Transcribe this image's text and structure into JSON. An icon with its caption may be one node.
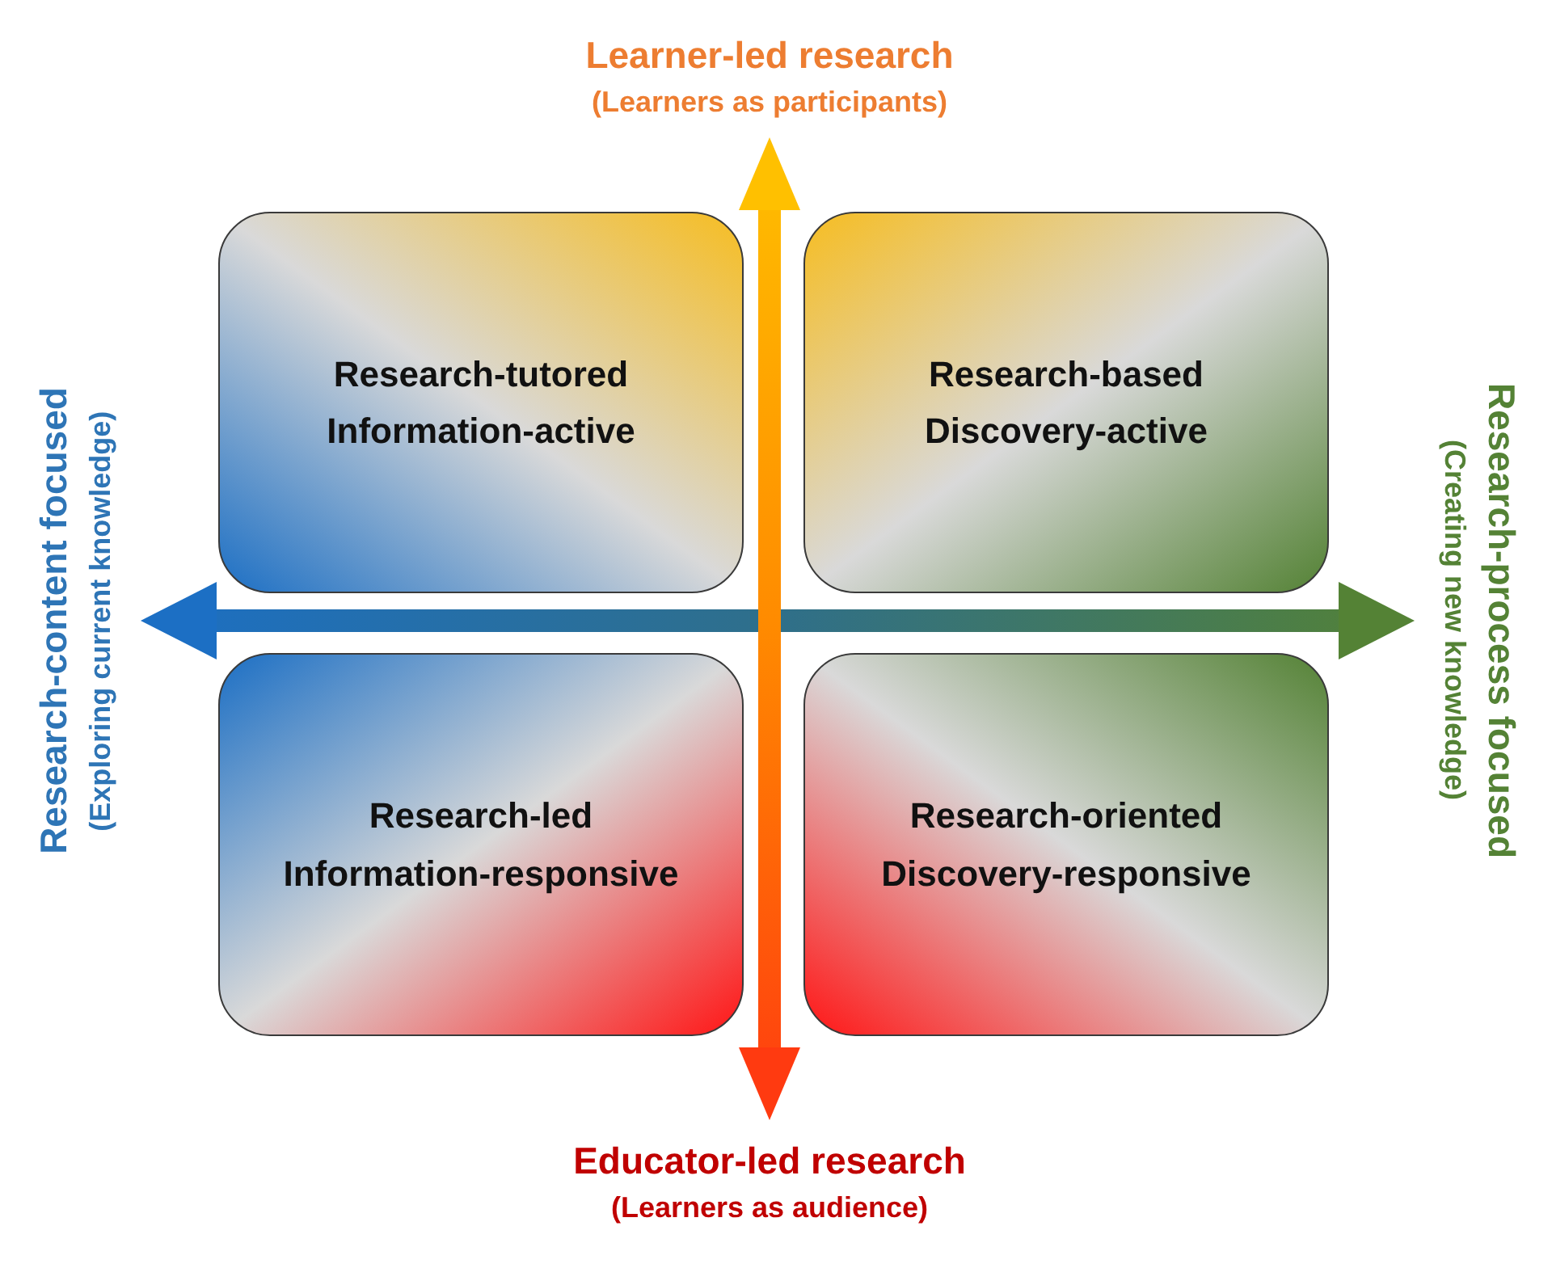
{
  "diagram": {
    "nodes": [
      {
        "text": [
          "Learner-led research",
          "(Learners as participants)"
        ]
      },
      {
        "text": [
          "Research-tutored",
          "Information-active"
        ]
      },
      {
        "text": [
          "Research-based",
          "Discovery-active"
        ]
      },
      {
        "text": [
          "Research-content focused",
          "(Exploring current knowledge)"
        ]
      },
      {
        "text": [
          "Research-process focused",
          "(Creating new knowledge)"
        ]
      },
      {
        "text": [
          "Research-led",
          "Information-responsive"
        ]
      },
      {
        "text": [
          "Research-oriented",
          "Discovery-responsive"
        ]
      },
      {
        "text": [
          "Educator-led research",
          "(Learners as audience)"
        ]
      }
    ],
    "edges": [
      {
        "from": 3,
        "to": 4,
        "arrow": "both"
      },
      {
        "from": 0,
        "to": 7,
        "arrow": "both"
      }
    ]
  }
}
